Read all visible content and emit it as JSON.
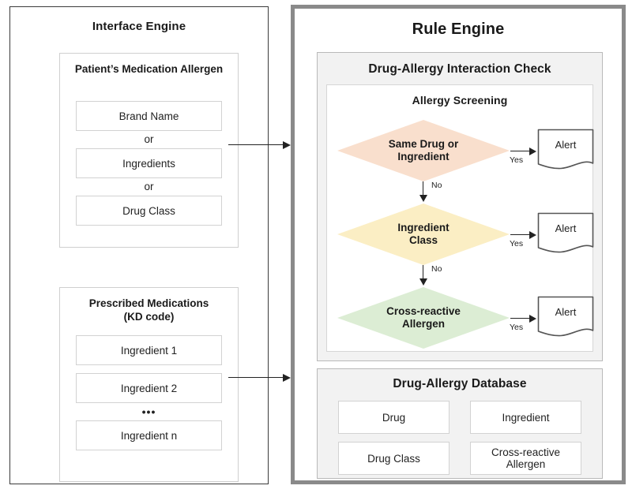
{
  "interface_engine": {
    "title": "Interface Engine",
    "groups": [
      {
        "id": "allergen",
        "title": "Patient’s Medication Allergen",
        "items": [
          {
            "type": "box",
            "label": "Brand Name"
          },
          {
            "type": "sep",
            "label": "or"
          },
          {
            "type": "box",
            "label": "Ingredients"
          },
          {
            "type": "sep",
            "label": "or"
          },
          {
            "type": "box",
            "label": "Drug Class"
          }
        ]
      },
      {
        "id": "prescribed",
        "title": "Prescribed Medications (KD code)",
        "title_line1": "Prescribed Medications",
        "title_line2": "(KD code)",
        "items": [
          {
            "type": "box",
            "label": "Ingredient 1"
          },
          {
            "type": "box",
            "label": "Ingredient 2"
          },
          {
            "type": "dots",
            "label": "•••"
          },
          {
            "type": "box",
            "label": "Ingredient n"
          }
        ]
      }
    ]
  },
  "rule_engine": {
    "title": "Rule Engine",
    "interaction_check": {
      "title": "Drug-Allergy Interaction Check",
      "screening": {
        "title": "Allergy Screening",
        "decisions": [
          {
            "label_line1": "Same Drug or",
            "label_line2": "Ingredient",
            "color": "#F9DFCD",
            "yes_label": "Yes",
            "no_label": "No",
            "alert_label": "Alert"
          },
          {
            "label_line1": "Ingredient",
            "label_line2": "Class",
            "color": "#FBEEC4",
            "yes_label": "Yes",
            "no_label": "No",
            "alert_label": "Alert"
          },
          {
            "label_line1": "Cross-reactive",
            "label_line2": "Allergen",
            "color": "#DCEDD4",
            "yes_label": "Yes",
            "no_label": "",
            "alert_label": "Alert"
          }
        ]
      }
    },
    "database": {
      "title": "Drug-Allergy Database",
      "entries": [
        {
          "label": "Drug"
        },
        {
          "label": "Ingredient"
        },
        {
          "label": "Drug Class"
        },
        {
          "label": "Cross-reactive Allergen"
        }
      ]
    }
  },
  "connectors": [
    {
      "name": "allergen-to-rule-engine",
      "from": "Patient’s Medication Allergen",
      "to": "Rule Engine"
    },
    {
      "name": "prescribed-to-rule-engine",
      "from": "Prescribed Medications",
      "to": "Rule Engine"
    }
  ],
  "colors": {
    "decision_1": "#F9DFCD",
    "decision_2": "#FBEEC4",
    "decision_3": "#DCEDD4",
    "panel_bg": "#F2F2F2",
    "rule_engine_border": "#8A8A8A",
    "interface_engine_border": "#3B3B3B"
  }
}
